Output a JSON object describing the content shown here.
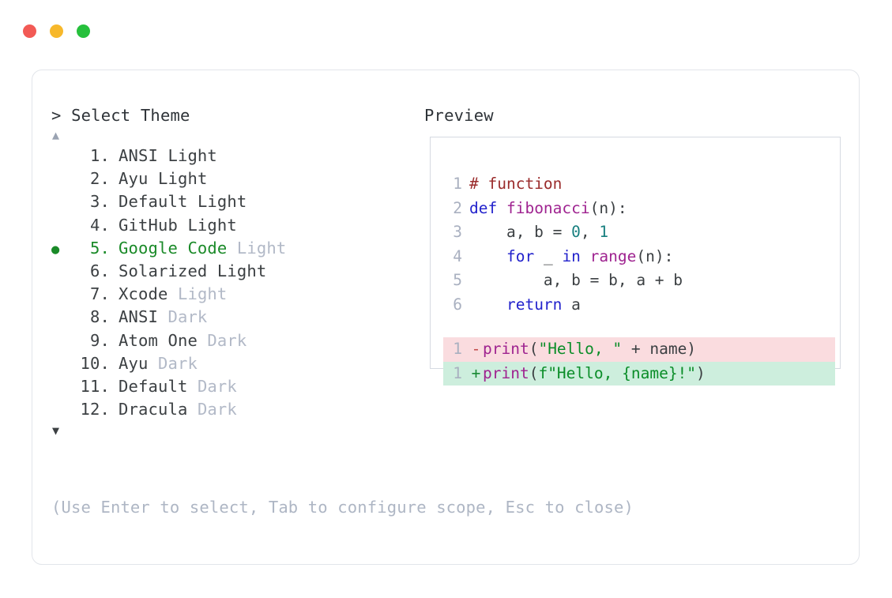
{
  "window": {
    "dots": [
      {
        "name": "close",
        "color": "#f25a55"
      },
      {
        "name": "minimize",
        "color": "#f7b82b"
      },
      {
        "name": "maximize",
        "color": "#26c03c"
      }
    ]
  },
  "picker": {
    "prompt": "> Select Theme",
    "scroll_up_icon": "▲",
    "scroll_down_icon": "▼",
    "selected_index": 5,
    "selected_bullet": "●",
    "items": [
      {
        "num": "1.",
        "name": "ANSI",
        "variant": " Light",
        "variant_muted": false,
        "selected": false
      },
      {
        "num": "2.",
        "name": "Ayu",
        "variant": " Light",
        "variant_muted": false,
        "selected": false
      },
      {
        "num": "3.",
        "name": "Default",
        "variant": " Light",
        "variant_muted": false,
        "selected": false
      },
      {
        "num": "4.",
        "name": "GitHub",
        "variant": " Light",
        "variant_muted": false,
        "selected": false
      },
      {
        "num": "5.",
        "name": "Google Code",
        "variant": " Light",
        "variant_muted": true,
        "selected": true
      },
      {
        "num": "6.",
        "name": "Solarized",
        "variant": " Light",
        "variant_muted": false,
        "selected": false
      },
      {
        "num": "7.",
        "name": "Xcode",
        "variant": " Light",
        "variant_muted": true,
        "selected": false
      },
      {
        "num": "8.",
        "name": "ANSI",
        "variant": " Dark",
        "variant_muted": true,
        "selected": false
      },
      {
        "num": "9.",
        "name": "Atom One",
        "variant": " Dark",
        "variant_muted": true,
        "selected": false
      },
      {
        "num": "10.",
        "name": "Ayu",
        "variant": " Dark",
        "variant_muted": true,
        "selected": false
      },
      {
        "num": "11.",
        "name": "Default",
        "variant": " Dark",
        "variant_muted": true,
        "selected": false
      },
      {
        "num": "12.",
        "name": "Dracula",
        "variant": " Dark",
        "variant_muted": true,
        "selected": false
      }
    ]
  },
  "hint": "(Use Enter to select, Tab to configure scope, Esc to close)",
  "preview": {
    "label": "Preview",
    "code_lines": [
      {
        "num": "1",
        "tokens": [
          {
            "text": "# function",
            "cls": "t-comment"
          }
        ]
      },
      {
        "num": "2",
        "tokens": [
          {
            "text": "def ",
            "cls": "t-kw"
          },
          {
            "text": "fibonacci",
            "cls": "t-fn"
          },
          {
            "text": "(n):",
            "cls": "t-punct"
          }
        ]
      },
      {
        "num": "3",
        "tokens": [
          {
            "text": "    a, b = ",
            "cls": "t-plain"
          },
          {
            "text": "0",
            "cls": "t-num"
          },
          {
            "text": ", ",
            "cls": "t-plain"
          },
          {
            "text": "1",
            "cls": "t-num"
          }
        ]
      },
      {
        "num": "4",
        "tokens": [
          {
            "text": "    ",
            "cls": "t-plain"
          },
          {
            "text": "for",
            "cls": "t-kw"
          },
          {
            "text": " _ ",
            "cls": "t-plain"
          },
          {
            "text": "in",
            "cls": "t-kw"
          },
          {
            "text": " ",
            "cls": "t-plain"
          },
          {
            "text": "range",
            "cls": "t-fn"
          },
          {
            "text": "(n):",
            "cls": "t-punct"
          }
        ]
      },
      {
        "num": "5",
        "tokens": [
          {
            "text": "        a, b = b, a + b",
            "cls": "t-plain"
          }
        ]
      },
      {
        "num": "6",
        "tokens": [
          {
            "text": "    ",
            "cls": "t-plain"
          },
          {
            "text": "return",
            "cls": "t-kw"
          },
          {
            "text": " a",
            "cls": "t-plain"
          }
        ]
      }
    ],
    "diff_lines": [
      {
        "num": "1",
        "sign": "-",
        "kind": "removed",
        "tokens": [
          {
            "text": "print",
            "cls": "t-fn"
          },
          {
            "text": "(",
            "cls": "t-punct"
          },
          {
            "text": "\"Hello, \"",
            "cls": "t-str"
          },
          {
            "text": " + name)",
            "cls": "t-plain"
          }
        ]
      },
      {
        "num": "1",
        "sign": "+",
        "kind": "added",
        "tokens": [
          {
            "text": "print",
            "cls": "t-fn"
          },
          {
            "text": "(",
            "cls": "t-punct"
          },
          {
            "text": "f\"Hello, {name}!\"",
            "cls": "t-str"
          },
          {
            "text": ")",
            "cls": "t-punct"
          }
        ]
      }
    ]
  }
}
